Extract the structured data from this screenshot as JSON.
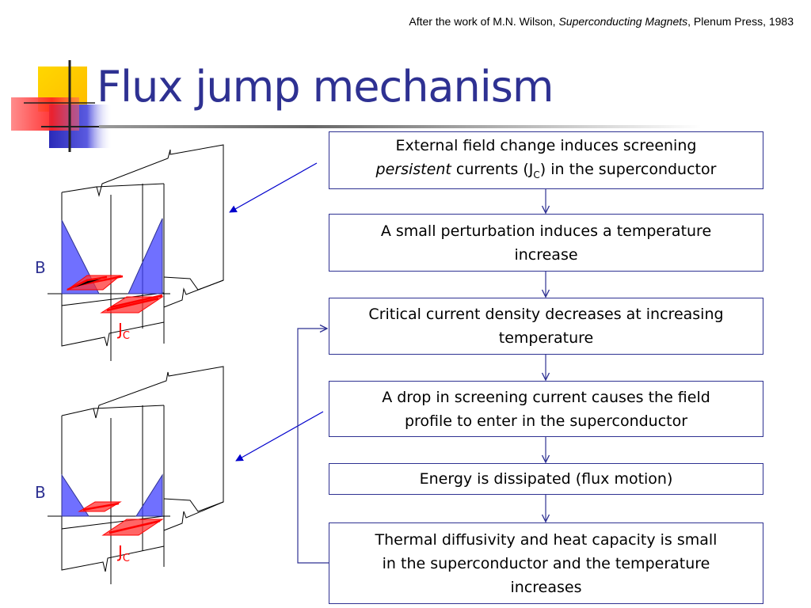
{
  "citation": {
    "prefix": "After the work of M.N. Wilson, ",
    "title": "Superconducting Magnets",
    "suffix": ", Plenum Press, 1983"
  },
  "title": "Flux jump mechanism",
  "boxes": [
    {
      "id": "screening-currents",
      "line1_text": "External field change induces screening",
      "line2_italic": "persistent",
      "line2_pre": " currents (J",
      "line2_sub": "C",
      "line2_post": ") in the superconductor"
    },
    {
      "id": "perturbation",
      "lines": [
        "A small perturbation induces a temperature",
        "increase"
      ]
    },
    {
      "id": "critical-density",
      "lines": [
        "Critical current density decreases at increasing",
        "temperature"
      ]
    },
    {
      "id": "screening-drop",
      "lines": [
        "A drop in screening current causes the field",
        "profile to enter in the superconductor"
      ]
    },
    {
      "id": "energy-dissipated",
      "lines": [
        "Energy is dissipated (flux motion)"
      ]
    },
    {
      "id": "thermal-diffusivity",
      "lines": [
        "Thermal diffusivity and heat capacity is small",
        "in the superconductor and the temperature",
        "increases"
      ]
    }
  ],
  "labels": {
    "b_top": "B",
    "jc_top": "J",
    "jc_top_sub": "C",
    "b_bottom": "B",
    "jc_bottom": "J",
    "jc_bottom_sub": "C"
  },
  "colors": {
    "title": "#2e3192",
    "box_border": "#2e3192",
    "arrow": "#0000cc",
    "field_profile": "#4040ff",
    "current_arrows": "#ff0000",
    "decor_yellow": "#ffcc00",
    "decor_blue": "#3333cc",
    "decor_red": "#ff3333"
  }
}
